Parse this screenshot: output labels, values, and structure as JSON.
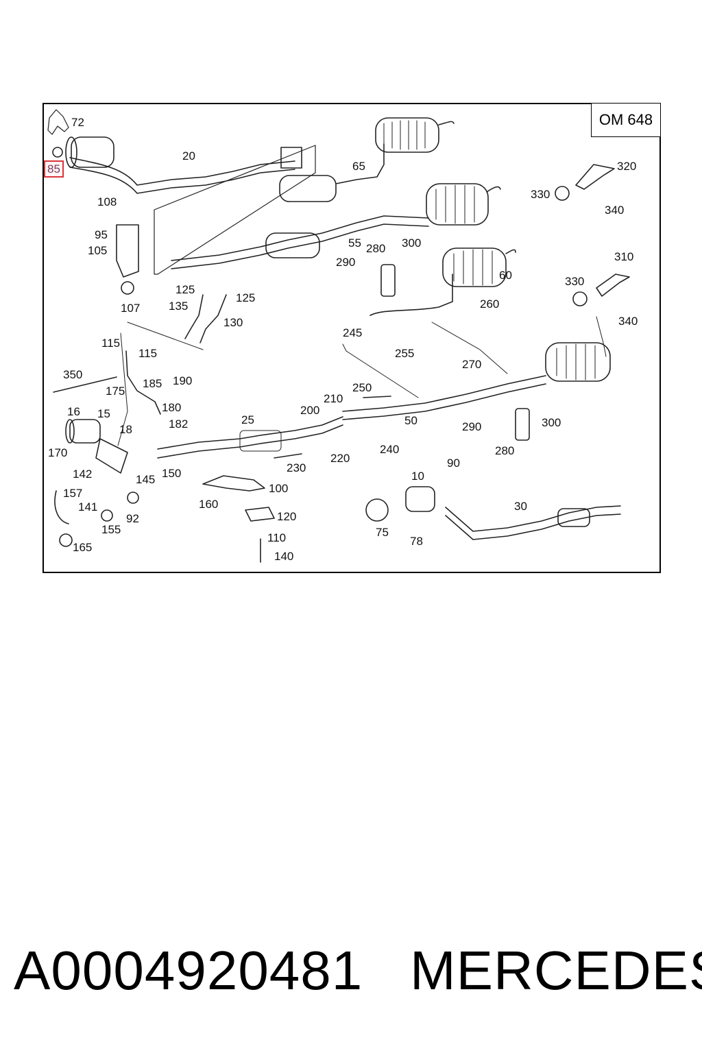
{
  "diagram": {
    "engine_code": "OM 648",
    "highlighted_part": "85",
    "callouts": [
      {
        "id": "72",
        "label": "72"
      },
      {
        "id": "85",
        "label": "85"
      },
      {
        "id": "20",
        "label": "20"
      },
      {
        "id": "65",
        "label": "65"
      },
      {
        "id": "320",
        "label": "320"
      },
      {
        "id": "330a",
        "label": "330"
      },
      {
        "id": "340a",
        "label": "340"
      },
      {
        "id": "108",
        "label": "108"
      },
      {
        "id": "95",
        "label": "95"
      },
      {
        "id": "105",
        "label": "105"
      },
      {
        "id": "55",
        "label": "55"
      },
      {
        "id": "280a",
        "label": "280"
      },
      {
        "id": "300a",
        "label": "300"
      },
      {
        "id": "290a",
        "label": "290"
      },
      {
        "id": "310",
        "label": "310"
      },
      {
        "id": "330b",
        "label": "330"
      },
      {
        "id": "60",
        "label": "60"
      },
      {
        "id": "107",
        "label": "107"
      },
      {
        "id": "125a",
        "label": "125"
      },
      {
        "id": "135",
        "label": "135"
      },
      {
        "id": "125b",
        "label": "125"
      },
      {
        "id": "130",
        "label": "130"
      },
      {
        "id": "260",
        "label": "260"
      },
      {
        "id": "340b",
        "label": "340"
      },
      {
        "id": "115a",
        "label": "115"
      },
      {
        "id": "115b",
        "label": "115"
      },
      {
        "id": "245",
        "label": "245"
      },
      {
        "id": "255",
        "label": "255"
      },
      {
        "id": "350",
        "label": "350"
      },
      {
        "id": "185",
        "label": "185"
      },
      {
        "id": "190",
        "label": "190"
      },
      {
        "id": "175",
        "label": "175"
      },
      {
        "id": "270",
        "label": "270"
      },
      {
        "id": "250",
        "label": "250"
      },
      {
        "id": "210",
        "label": "210"
      },
      {
        "id": "16",
        "label": "16"
      },
      {
        "id": "15",
        "label": "15"
      },
      {
        "id": "180",
        "label": "180"
      },
      {
        "id": "182",
        "label": "182"
      },
      {
        "id": "200",
        "label": "200"
      },
      {
        "id": "50",
        "label": "50"
      },
      {
        "id": "290b",
        "label": "290"
      },
      {
        "id": "300b",
        "label": "300"
      },
      {
        "id": "18",
        "label": "18"
      },
      {
        "id": "25",
        "label": "25"
      },
      {
        "id": "240",
        "label": "240"
      },
      {
        "id": "280b",
        "label": "280"
      },
      {
        "id": "170",
        "label": "170"
      },
      {
        "id": "220",
        "label": "220"
      },
      {
        "id": "90",
        "label": "90"
      },
      {
        "id": "142",
        "label": "142"
      },
      {
        "id": "145",
        "label": "145"
      },
      {
        "id": "150",
        "label": "150"
      },
      {
        "id": "230",
        "label": "230"
      },
      {
        "id": "10",
        "label": "10"
      },
      {
        "id": "157",
        "label": "157"
      },
      {
        "id": "100",
        "label": "100"
      },
      {
        "id": "141",
        "label": "141"
      },
      {
        "id": "160",
        "label": "160"
      },
      {
        "id": "30",
        "label": "30"
      },
      {
        "id": "92",
        "label": "92"
      },
      {
        "id": "155",
        "label": "155"
      },
      {
        "id": "120",
        "label": "120"
      },
      {
        "id": "75",
        "label": "75"
      },
      {
        "id": "110",
        "label": "110"
      },
      {
        "id": "78",
        "label": "78"
      },
      {
        "id": "165",
        "label": "165"
      },
      {
        "id": "140",
        "label": "140"
      }
    ]
  },
  "footer": {
    "part_number": "A0004920481",
    "brand": "MERCEDES"
  },
  "colors": {
    "line": "#222222",
    "highlight": "#d9343a"
  }
}
